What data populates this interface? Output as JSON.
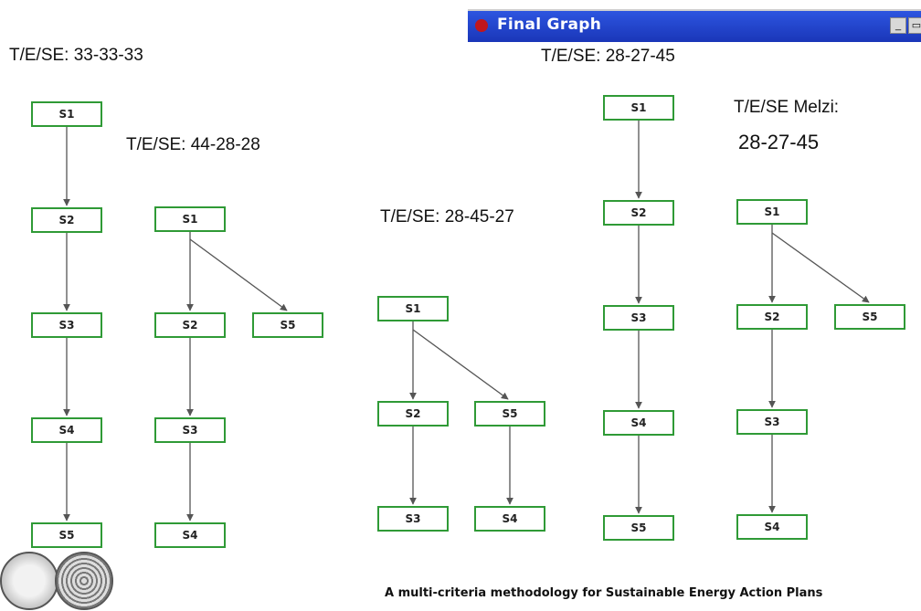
{
  "window": {
    "title": "Final Graph",
    "min_glyph": "_",
    "restore_glyph": "▭"
  },
  "labels": {
    "g1": "T/E/SE:  33-33-33",
    "g2": "T/E/SE:  44-28-28",
    "g3": "T/E/SE:  28-45-27",
    "g4": "T/E/SE:  28-27-45",
    "g5a": "T/E/SE  Melzi:",
    "g5b": "28-27-45"
  },
  "graphs": [
    {
      "id": "g1",
      "nodes": [
        "S1",
        "S2",
        "S3",
        "S4",
        "S5"
      ]
    },
    {
      "id": "g2",
      "nodes": [
        "S1",
        "S2",
        "S5",
        "S3",
        "S4"
      ]
    },
    {
      "id": "g3",
      "nodes": [
        "S1",
        "S2",
        "S5",
        "S3",
        "S4"
      ]
    },
    {
      "id": "g4",
      "nodes": [
        "S1",
        "S2",
        "S3",
        "S4",
        "S5"
      ]
    },
    {
      "id": "g5",
      "nodes": [
        "S1",
        "S2",
        "S5",
        "S3",
        "S4"
      ]
    }
  ],
  "footer": "A multi-criteria methodology for Sustainable Energy Action Plans",
  "colors": {
    "node_border": "#2f9a36",
    "edge": "#555555",
    "titlebar": "#2146cf"
  }
}
